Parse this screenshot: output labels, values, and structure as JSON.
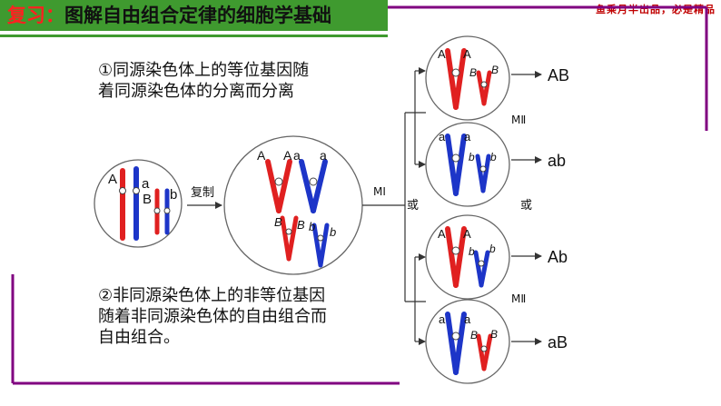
{
  "header": {
    "prefix": "复习：",
    "title": "图解自由组合定律的细胞学基础",
    "watermark": "鱼乘月半出品，必是精品",
    "accent_color": "#3f9a2f",
    "prefix_color": "#ff2020",
    "frame_color": "#800080"
  },
  "notes": {
    "note1_line1": "①同源染色体上的等位基因随",
    "note1_line2": "着同源染色体的分离而分离",
    "note2_line1": "②非同源染色体上的非等位基因",
    "note2_line2": "随着非同源染色体的自由组合而",
    "note2_line3": "自由组合。"
  },
  "labels": {
    "replication": "复制",
    "meiosis1": "MⅠ",
    "meiosis2": "MⅡ",
    "or": "或"
  },
  "genes": {
    "A": "A",
    "a": "a",
    "B": "B",
    "b": "b"
  },
  "gametes": [
    "AB",
    "ab",
    "Ab",
    "aB"
  ],
  "colors": {
    "red": "#e02020",
    "blue": "#1d35c8",
    "cell_border": "#666666",
    "arrow": "#333333"
  }
}
